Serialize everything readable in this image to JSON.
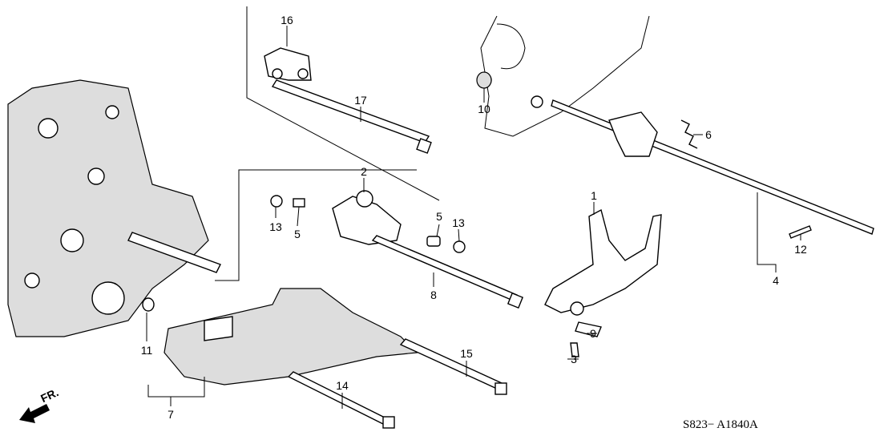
{
  "diagram": {
    "callouts": [
      {
        "id": "c16",
        "text": "16"
      },
      {
        "id": "c17",
        "text": "17"
      },
      {
        "id": "c10",
        "text": "10"
      },
      {
        "id": "c6",
        "text": "6"
      },
      {
        "id": "c2",
        "text": "2"
      },
      {
        "id": "c1",
        "text": "1"
      },
      {
        "id": "c13a",
        "text": "13"
      },
      {
        "id": "c5a",
        "text": "5"
      },
      {
        "id": "c5b",
        "text": "5"
      },
      {
        "id": "c13b",
        "text": "13"
      },
      {
        "id": "c12",
        "text": "12"
      },
      {
        "id": "c4",
        "text": "4"
      },
      {
        "id": "c8",
        "text": "8"
      },
      {
        "id": "c9",
        "text": "9"
      },
      {
        "id": "c3",
        "text": "3"
      },
      {
        "id": "c11",
        "text": "11"
      },
      {
        "id": "c15",
        "text": "15"
      },
      {
        "id": "c14",
        "text": "14"
      },
      {
        "id": "c7",
        "text": "7"
      }
    ],
    "front_indicator": "FR.",
    "diagram_code": "S823− A1840A"
  }
}
